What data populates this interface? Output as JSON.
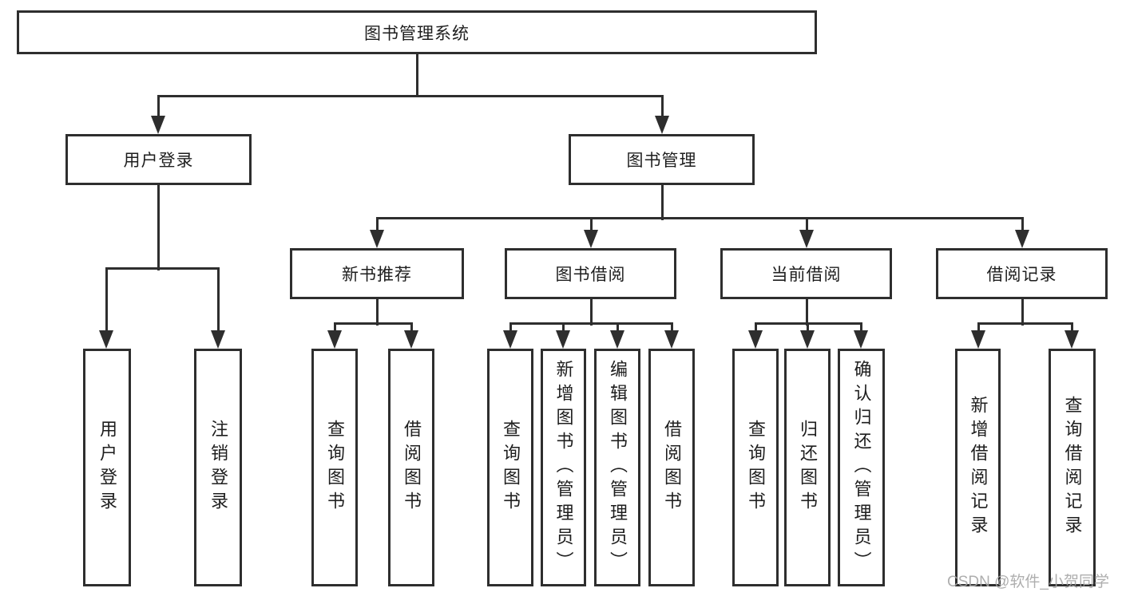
{
  "title": "图书管理系统",
  "watermark": "CSDN @软件_小贺同学",
  "colors": {
    "line": "#2e2e2e",
    "text": "#1e1e1e",
    "background": "#ffffff",
    "watermark": "#a5a5a5"
  },
  "level2": {
    "user_login": "用户登录",
    "book_management": "图书管理"
  },
  "level3": {
    "new_book_recommend": "新书推荐",
    "book_borrowing": "图书借阅",
    "current_borrowing": "当前借阅",
    "borrowing_records": "借阅记录"
  },
  "leaves": {
    "user_login": "用户登录",
    "logout": "注销登录",
    "rec_query_book": "查询图书",
    "rec_borrow_book": "借阅图书",
    "bb_query_book": "查询图书",
    "bb_add_book_admin": "新增图书（管理员）",
    "bb_edit_book_admin": "编辑图书（管理员）",
    "bb_borrow_book": "借阅图书",
    "cb_query_book": "查询图书",
    "cb_return_book": "归还图书",
    "cb_confirm_return_admin": "确认归还（管理员）",
    "br_add_record": "新增借阅记录",
    "br_query_record": "查询借阅记录"
  }
}
